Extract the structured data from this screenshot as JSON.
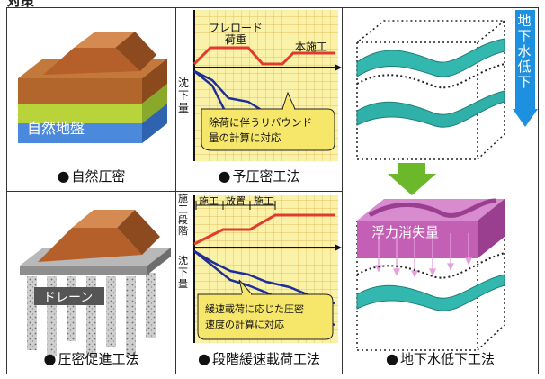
{
  "top_label": "対策",
  "panels": {
    "natural": {
      "caption": "自然圧密",
      "ground_label": "自然地盤"
    },
    "preload": {
      "caption": "予圧密工法",
      "load_label": "プレロード\n荷重",
      "main_label": "本施工",
      "axis_label": "沈\n下\n量",
      "note": "除荷に伴うリバウンド\n量の計算に対応"
    },
    "drain": {
      "caption": "圧密促進工法",
      "drain_label": "ドレーン"
    },
    "staged": {
      "caption": "段階緩速載荷工法",
      "axis_top": "施\n工\n段\n階",
      "axis_bottom": "沈\n下\n量",
      "steps": [
        "施工",
        "放置",
        "施工"
      ],
      "note": "緩速載荷に応じた圧密\n速度の計算に対応"
    },
    "groundwater": {
      "caption": "地下水低下工法",
      "arrow_label": "地下水低下",
      "buoyancy_label": "浮力消失量"
    }
  },
  "colors": {
    "grid_bg": "#f9f2a8",
    "grid_line": "#e1b04a",
    "load_line": "#e23b2e",
    "settle_line": "#1f2f9a",
    "note_bg": "#f6e76b",
    "surface": "#33b8b0",
    "arrow_blue": "#1e90e0",
    "arrow_green": "#6bb82a",
    "slab_magenta": "#c45fb6"
  }
}
